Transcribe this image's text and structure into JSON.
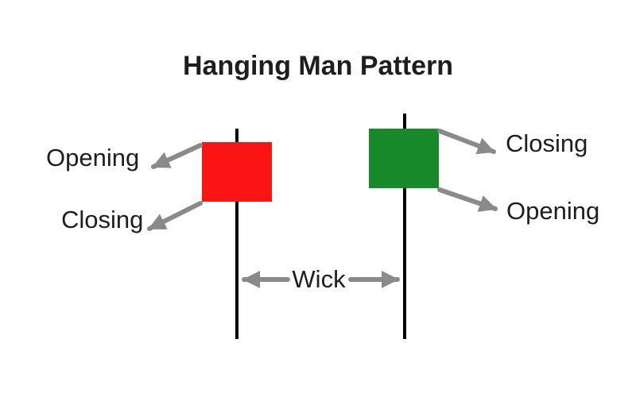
{
  "title": "Hanging Man Pattern",
  "left_candle": {
    "type": "bearish",
    "body_color": "#fa1414",
    "top_label": "Opening",
    "bottom_label": "Closing"
  },
  "right_candle": {
    "type": "bullish",
    "body_color": "#17892b",
    "top_label": "Closing",
    "bottom_label": "Opening"
  },
  "wick_label": "Wick",
  "colors": {
    "bg": "#ffffff",
    "bearish_body": "#fa1414",
    "bullish_body": "#17892b",
    "candle_wick": "#000000",
    "arrow": "#8a8a8a",
    "text": "#1e1e1e"
  }
}
